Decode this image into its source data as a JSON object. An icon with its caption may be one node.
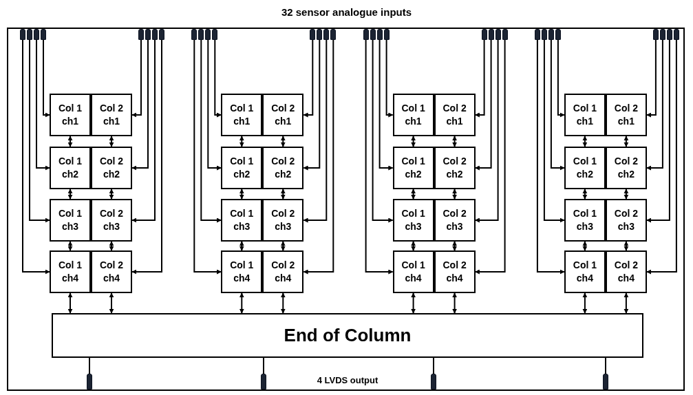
{
  "diagram": {
    "title": "32 sensor analogue inputs",
    "nodes": [
      {
        "text": [],
        "shape": "box"
      },
      {
        "text": [],
        "shape": "bar",
        "in": 0
      },
      {
        "text": [],
        "shape": "bar",
        "in": 0
      },
      {
        "text": [],
        "shape": "bar",
        "in": 0
      },
      {
        "text": [],
        "shape": "bar",
        "in": 0
      },
      {
        "text": [],
        "shape": "bar",
        "in": 0
      },
      {
        "text": [],
        "shape": "bar",
        "in": 0
      },
      {
        "text": [],
        "shape": "bar",
        "in": 0
      },
      {
        "text": [],
        "shape": "bar",
        "in": 0
      },
      {
        "text": [],
        "shape": "bar",
        "in": 0
      },
      {
        "text": [],
        "shape": "bar",
        "in": 0
      },
      {
        "text": [],
        "shape": "bar",
        "in": 0
      },
      {
        "text": [],
        "shape": "bar",
        "in": 0
      },
      {
        "text": [],
        "shape": "bar",
        "in": 0
      },
      {
        "text": [],
        "shape": "bar",
        "in": 0
      },
      {
        "text": [],
        "shape": "bar",
        "in": 0
      },
      {
        "text": [],
        "shape": "bar",
        "in": 0
      },
      {
        "text": [],
        "shape": "bar",
        "in": 0
      },
      {
        "text": [],
        "shape": "bar",
        "in": 0
      },
      {
        "text": [],
        "shape": "bar",
        "in": 0
      },
      {
        "text": [],
        "shape": "bar",
        "in": 0
      },
      {
        "text": [],
        "shape": "bar",
        "in": 0
      },
      {
        "text": [],
        "shape": "bar",
        "in": 0
      },
      {
        "text": [],
        "shape": "bar",
        "in": 0
      },
      {
        "text": [],
        "shape": "bar",
        "in": 0
      },
      {
        "text": [],
        "shape": "bar",
        "in": 0
      },
      {
        "text": [],
        "shape": "bar",
        "in": 0
      },
      {
        "text": [],
        "shape": "bar",
        "in": 0
      },
      {
        "text": [],
        "shape": "bar",
        "in": 0
      },
      {
        "text": [],
        "shape": "bar",
        "in": 0
      },
      {
        "text": [],
        "shape": "bar",
        "in": 0
      },
      {
        "text": [],
        "shape": "bar",
        "in": 0
      },
      {
        "text": [],
        "shape": "bar",
        "in": 0
      },
      {
        "text": [
          "Col 1 ch1"
        ],
        "in": 0
      },
      {
        "text": [
          "Col 2 ch1"
        ],
        "in": 0
      },
      {
        "text": [
          "Col 1 ch1"
        ],
        "in": 0
      },
      {
        "text": [
          "Col 2 ch1"
        ],
        "in": 0
      },
      {
        "text": [
          "Col 1 ch1"
        ],
        "in": 0
      },
      {
        "text": [
          "Col 2 ch1"
        ],
        "in": 0
      },
      {
        "text": [
          "Col 1 ch1"
        ],
        "in": 0
      },
      {
        "text": [
          "Col 2 ch1"
        ],
        "in": 0
      },
      {
        "text": [
          "Col 1 ch2"
        ],
        "in": 0
      },
      {
        "text": [
          "Col 2 ch2"
        ],
        "in": 0
      },
      {
        "text": [
          "Col 1 ch2"
        ],
        "in": 0
      },
      {
        "text": [
          "Col 2 ch2"
        ],
        "in": 0
      },
      {
        "text": [
          "Col 1 ch2"
        ],
        "in": 0
      },
      {
        "text": [
          "Col 2 ch2"
        ],
        "in": 0
      },
      {
        "text": [
          "Col 1 ch2"
        ],
        "in": 0
      },
      {
        "text": [
          "Col 2 ch2"
        ],
        "in": 0
      },
      {
        "text": [
          "Col 1 ch3"
        ],
        "in": 0
      },
      {
        "text": [
          "Col 2 ch3"
        ],
        "in": 0
      },
      {
        "text": [
          "Col 1 ch3"
        ],
        "in": 0
      },
      {
        "text": [
          "Col 2 ch3"
        ],
        "in": 0
      },
      {
        "text": [
          "Col 1 ch3"
        ],
        "in": 0
      },
      {
        "text": [
          "Col 2 ch3"
        ],
        "in": 0
      },
      {
        "text": [
          "Col 1 ch3"
        ],
        "in": 0
      },
      {
        "text": [
          "Col 2 ch3"
        ],
        "in": 0
      },
      {
        "text": [
          "Col 1 ch4"
        ],
        "in": 0
      },
      {
        "text": [
          "Col 2 ch4"
        ],
        "in": 0
      },
      {
        "text": [
          "Col 1 ch4"
        ],
        "in": 0
      },
      {
        "text": [
          "Col 2 ch4"
        ],
        "in": 0
      },
      {
        "text": [
          "Col 1 ch4"
        ],
        "in": 0
      },
      {
        "text": [
          "Col 2 ch4"
        ],
        "in": 0
      },
      {
        "text": [
          "Col 1 ch4"
        ],
        "in": 0
      },
      {
        "text": [
          "Col 2 ch4"
        ],
        "in": 0
      },
      {
        "text": [
          "End of Column"
        ],
        "in": 0
      },
      {
        "text": [],
        "shape": "bar",
        "in": 0
      },
      {
        "text": [],
        "shape": "bar",
        "in": 0
      },
      {
        "text": [],
        "shape": "bar",
        "in": 0
      },
      {
        "text": [],
        "shape": "bar",
        "in": 0
      }
    ],
    "edges": [
      {
        "from": 1,
        "to": 57,
        "arrow": "to"
      },
      {
        "from": 2,
        "to": 49,
        "arrow": "to"
      },
      {
        "from": 3,
        "to": 41,
        "arrow": "to"
      },
      {
        "from": 4,
        "to": 33,
        "arrow": "to"
      },
      {
        "from": 5,
        "to": 34,
        "arrow": "to"
      },
      {
        "from": 6,
        "to": 42,
        "arrow": "to"
      },
      {
        "from": 7,
        "to": 50,
        "arrow": "to"
      },
      {
        "from": 8,
        "to": 58,
        "arrow": "to"
      },
      {
        "from": 9,
        "to": 59,
        "arrow": "to"
      },
      {
        "from": 10,
        "to": 51,
        "arrow": "to"
      },
      {
        "from": 11,
        "to": 43,
        "arrow": "to"
      },
      {
        "from": 12,
        "to": 35,
        "arrow": "to"
      },
      {
        "from": 13,
        "to": 36,
        "arrow": "to"
      },
      {
        "from": 14,
        "to": 44,
        "arrow": "to"
      },
      {
        "from": 15,
        "to": 52,
        "arrow": "to"
      },
      {
        "from": 16,
        "to": 60,
        "arrow": "to"
      },
      {
        "from": 17,
        "to": 61,
        "arrow": "to"
      },
      {
        "from": 18,
        "to": 53,
        "arrow": "to"
      },
      {
        "from": 19,
        "to": 45,
        "arrow": "to"
      },
      {
        "from": 20,
        "to": 37,
        "arrow": "to"
      },
      {
        "from": 21,
        "to": 38,
        "arrow": "to"
      },
      {
        "from": 22,
        "to": 46,
        "arrow": "to"
      },
      {
        "from": 23,
        "to": 54,
        "arrow": "to"
      },
      {
        "from": 24,
        "to": 62,
        "arrow": "to"
      },
      {
        "from": 25,
        "to": 63,
        "arrow": "to"
      },
      {
        "from": 26,
        "to": 55,
        "arrow": "to"
      },
      {
        "from": 27,
        "to": 47,
        "arrow": "to"
      },
      {
        "from": 28,
        "to": 39,
        "arrow": "to"
      },
      {
        "from": 29,
        "to": 40,
        "arrow": "to"
      },
      {
        "from": 30,
        "to": 48,
        "arrow": "to"
      },
      {
        "from": 31,
        "to": 56,
        "arrow": "to"
      },
      {
        "from": 32,
        "to": 64,
        "arrow": "to"
      },
      {
        "from": 33,
        "to": 41,
        "arrow": "both"
      },
      {
        "from": 41,
        "to": 49,
        "arrow": "both"
      },
      {
        "from": 49,
        "to": 57,
        "arrow": "both"
      },
      {
        "from": 34,
        "to": 42,
        "arrow": "both"
      },
      {
        "from": 42,
        "to": 50,
        "arrow": "both"
      },
      {
        "from": 50,
        "to": 58,
        "arrow": "both"
      },
      {
        "from": 35,
        "to": 43,
        "arrow": "both"
      },
      {
        "from": 43,
        "to": 51,
        "arrow": "both"
      },
      {
        "from": 51,
        "to": 59,
        "arrow": "both"
      },
      {
        "from": 36,
        "to": 44,
        "arrow": "both"
      },
      {
        "from": 44,
        "to": 52,
        "arrow": "both"
      },
      {
        "from": 52,
        "to": 60,
        "arrow": "both"
      },
      {
        "from": 37,
        "to": 45,
        "arrow": "both"
      },
      {
        "from": 45,
        "to": 53,
        "arrow": "both"
      },
      {
        "from": 53,
        "to": 61,
        "arrow": "both"
      },
      {
        "from": 38,
        "to": 46,
        "arrow": "both"
      },
      {
        "from": 46,
        "to": 54,
        "arrow": "both"
      },
      {
        "from": 54,
        "to": 62,
        "arrow": "both"
      },
      {
        "from": 39,
        "to": 47,
        "arrow": "both"
      },
      {
        "from": 47,
        "to": 55,
        "arrow": "both"
      },
      {
        "from": 55,
        "to": 63,
        "arrow": "both"
      },
      {
        "from": 40,
        "to": 48,
        "arrow": "both"
      },
      {
        "from": 48,
        "to": 56,
        "arrow": "both"
      },
      {
        "from": 56,
        "to": 64,
        "arrow": "both"
      },
      {
        "from": 57,
        "to": 65,
        "arrow": "both"
      },
      {
        "from": 58,
        "to": 65,
        "arrow": "both"
      },
      {
        "from": 59,
        "to": 65,
        "arrow": "both"
      },
      {
        "from": 60,
        "to": 65,
        "arrow": "both"
      },
      {
        "from": 61,
        "to": 65,
        "arrow": "both"
      },
      {
        "from": 62,
        "to": 65,
        "arrow": "both"
      },
      {
        "from": 63,
        "to": 65,
        "arrow": "both"
      },
      {
        "from": 64,
        "to": 65,
        "arrow": "both"
      },
      {
        "from": 65,
        "to": 66,
        "arrow": "none"
      },
      {
        "from": 65,
        "to": 67,
        "arrow": "none"
      },
      {
        "from": 65,
        "to": 68,
        "arrow": "none"
      },
      {
        "from": 65,
        "to": 69,
        "arrow": "none"
      }
    ],
    "labels": [
      "4 LVDS output"
    ]
  }
}
